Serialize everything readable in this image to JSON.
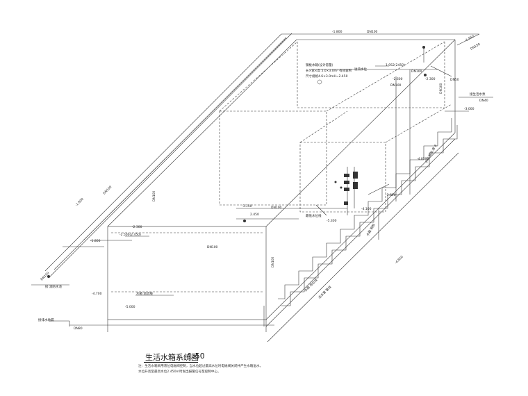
{
  "drawing": {
    "title": "生活水箱系统图",
    "scale": "1:50",
    "notes": [
      "注：生活水箱采用液位电磁阀控制，当水位超过最高水位时电磁阀关闭并产生水箱溢水，",
      "水位升高至最高水位2.450m时发出报警信号至控制中心。"
    ]
  },
  "labels": {
    "dn100_top": "DN100",
    "dn100_left": "DN100",
    "dn100_mid": "DN100",
    "dn100_vert_right": "DN100",
    "dn100_vert_left": "DN100",
    "dn100_front_top": "DN100",
    "dn100_front_vert": "DN100",
    "dn150_top_right": "DN150",
    "dn150_left": "DN150",
    "dn80_bottom": "DN80",
    "dn40_right": "DN40",
    "dn100_valve_a": "DN100",
    "dn100_valve_b": "DN100",
    "dn50_a": "DN50",
    "lvl_1800_top": "-1.800",
    "lvl_1800_left": "-1.800",
    "lvl_1800_front": "-1.800",
    "lvl_2300": "-2.300",
    "lvl_2300_b": "-2.300",
    "lvl_4700": "-4.700",
    "lvl_5000": "-5.000",
    "lvl_5300": "-5.300",
    "lvl_4100": "-4.100",
    "lvl_3600": "-3.600",
    "lvl_1150": "-1.150",
    "lvl_2600": "-2.600",
    "lvl_2450": "2.450",
    "lvl_1952": "1.952(2450)",
    "lvl_4850": "-4.850",
    "lvl_4850_b": "-4.850",
    "lvl_3000": "-3.000",
    "lvl_2500": "-2.500(2.450)",
    "top_level_label": "-1.950",
    "left_note": "接 消防水池",
    "right_note": "接生活水泵",
    "bottom_note": "接排水地漏",
    "tank_note_1": "钢板水箱(设计容量)",
    "tank_note_2": "长×宽×高 5.0×3.0m³ 有效容积",
    "tank_note_3": "尺寸规格4.6×3.0mH=2.450",
    "inner_label": "溢流水位",
    "inner_label_2": "最低水位线",
    "side_label_1": "水箱 钢板 厚 8",
    "side_label_2": "水箱 钢板",
    "front_bottom_label": "水箱 液位线",
    "front_bottom_label_2": "水箱 溢流线",
    "front_label_3": "出水管 管线"
  }
}
